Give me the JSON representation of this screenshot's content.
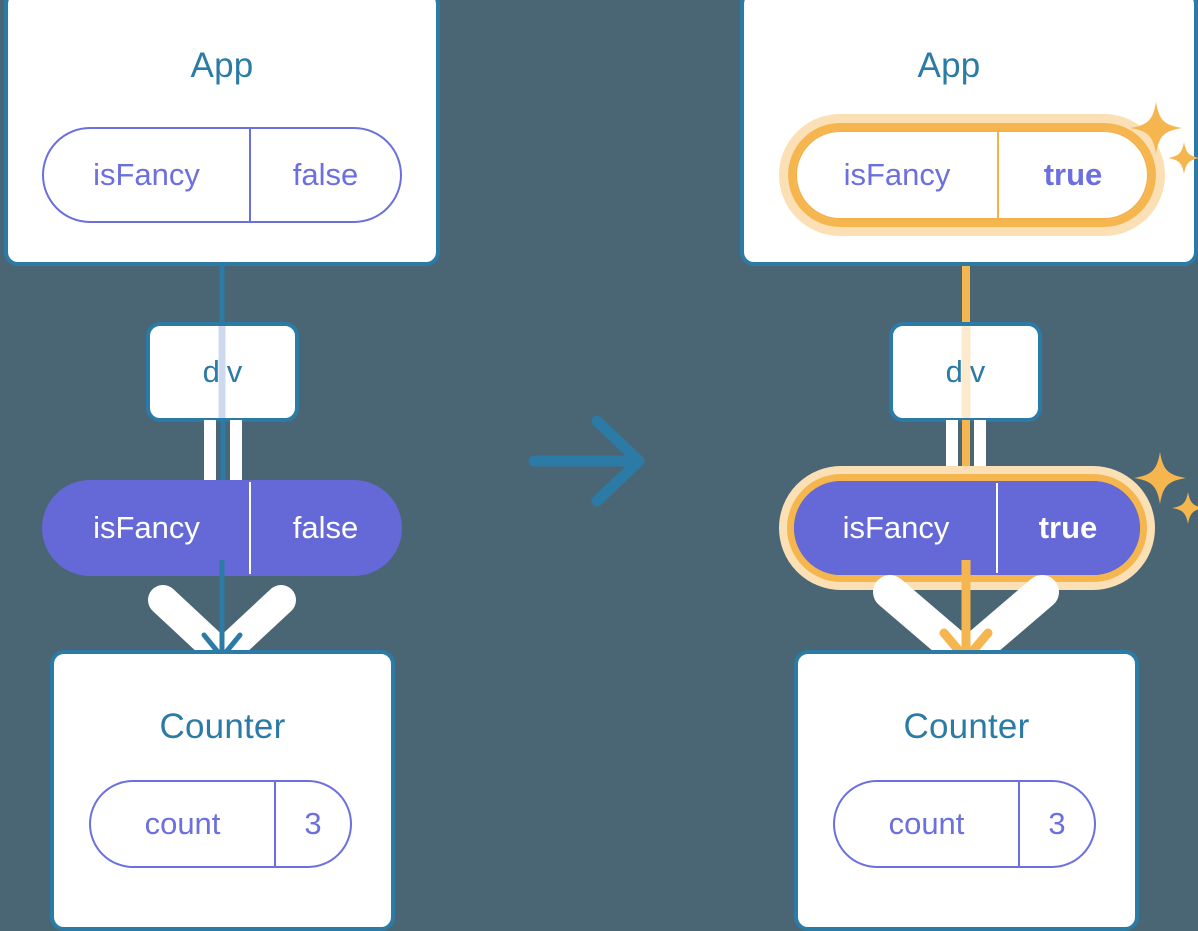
{
  "diagram": {
    "background_color": "#4a6573",
    "title_color": "#2c7ba6",
    "purple": "#6569d8",
    "purple_outline": "#6b6fe0",
    "highlight_orange": "#f6b64f",
    "highlight_orange_pale": "#fbe0b6",
    "white": "#ffffff",
    "transition_arrow": "arrow-right-icon"
  },
  "before": {
    "app": {
      "title": "App",
      "state_pill": {
        "key": "isFancy",
        "value": "false",
        "highlighted": false
      }
    },
    "div": {
      "label": "div"
    },
    "props_pill": {
      "key": "isFancy",
      "value": "false",
      "highlighted": false
    },
    "counter": {
      "title": "Counter",
      "state_pill": {
        "key": "count",
        "value": "3",
        "highlighted": false
      }
    },
    "connector_color": "#2c7ba6"
  },
  "after": {
    "app": {
      "title": "App",
      "state_pill": {
        "key": "isFancy",
        "value": "true",
        "highlighted": true
      }
    },
    "div": {
      "label": "div"
    },
    "props_pill": {
      "key": "isFancy",
      "value": "true",
      "highlighted": true
    },
    "counter": {
      "title": "Counter",
      "state_pill": {
        "key": "count",
        "value": "3",
        "highlighted": false
      }
    },
    "connector_color": "#f6b64f",
    "sparkle_icon": "sparkle-icon"
  }
}
